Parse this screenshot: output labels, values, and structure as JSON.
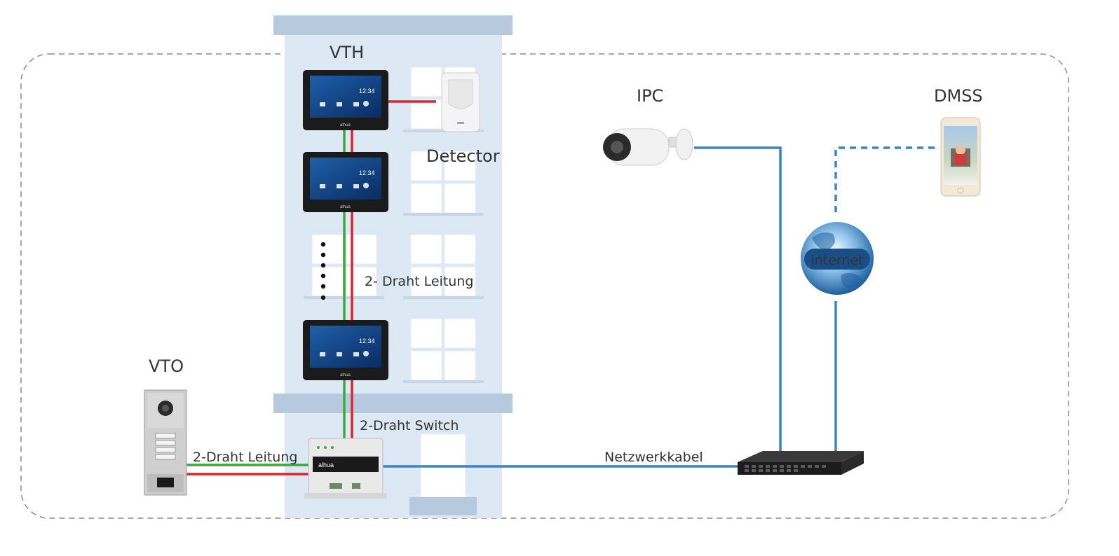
{
  "labels": {
    "vth": "VTH",
    "detector": "Detector",
    "ipc": "IPC",
    "dmss": "DMSS",
    "vto": "VTO",
    "two_wire_line_vertical": "2- Draht Leitung",
    "two_wire_switch": "2-Draht Switch",
    "two_wire_line_horizontal": "2-Draht Leitung",
    "network_cable": "Netzwerkkabel",
    "internet": "internet"
  },
  "vth_screen": {
    "time": "12:34",
    "brand": "alhua"
  },
  "switch_device": {
    "brand": "alhua"
  },
  "colors": {
    "building": "#dce8f4",
    "building_ledge": "#b7cadd",
    "wire_green": "#3aaa35",
    "wire_red": "#e0222b",
    "network_blue": "#3b82c0",
    "boundary_dash": "#8a8a8a"
  }
}
